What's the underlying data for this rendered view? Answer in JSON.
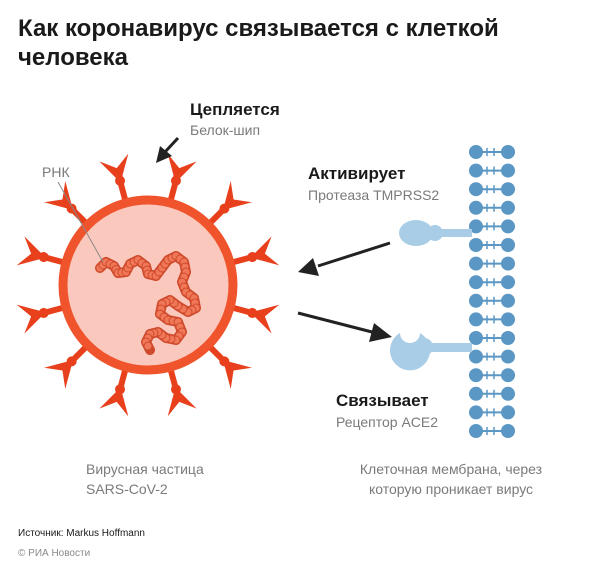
{
  "title": "Как коронавирус связывается с клеткой человека",
  "labels": {
    "attach": {
      "heading": "Цепляется",
      "sub": "Белок-шип"
    },
    "rna": "РНК",
    "activate": {
      "heading": "Активирует",
      "sub": "Протеаза TMPRSS2"
    },
    "bind": {
      "heading": "Связывает",
      "sub": "Рецептор ACE2"
    }
  },
  "captions": {
    "virus": [
      "Вирусная частица",
      "SARS-CoV-2"
    ],
    "membrane": [
      "Клеточная мембрана, через",
      "которую проникает вирус"
    ]
  },
  "footer": {
    "source": "Источник: Markus Hoffmann",
    "copyright": "© РИА Новости"
  },
  "colors": {
    "virus_fill": "#fbc8bd",
    "virus_ring": "#f0542c",
    "spike": "#e8401c",
    "rna": "#f07858",
    "rna_outline": "#cf4a2c",
    "membrane": "#5a97c4",
    "protein": "#a9cde6",
    "text_dark": "#1a1a1a",
    "text_muted": "#7a7a7a"
  }
}
